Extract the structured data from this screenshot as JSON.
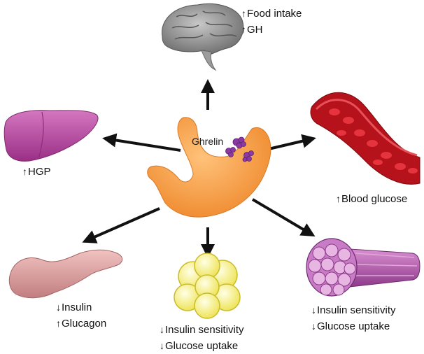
{
  "hormone": "Ghrelin",
  "brain": [
    {
      "arrow": "↑",
      "text": "Food intake"
    },
    {
      "arrow": "↑",
      "text": "GH"
    }
  ],
  "liver": [
    {
      "arrow": "↑",
      "text": "HGP"
    }
  ],
  "blood": [
    {
      "arrow": "↑",
      "text": "Blood glucose"
    }
  ],
  "pancreas": [
    {
      "arrow": "↓",
      "text": "Insulin"
    },
    {
      "arrow": "↑",
      "text": "Glucagon"
    }
  ],
  "adipose": [
    {
      "arrow": "↓",
      "text": "Insulin sensitivity"
    },
    {
      "arrow": "↓",
      "text": "Glucose uptake"
    }
  ],
  "muscle": [
    {
      "arrow": "↓",
      "text": "Insulin sensitivity"
    },
    {
      "arrow": "↓",
      "text": "Glucose uptake"
    }
  ],
  "colors": {
    "stomach": "#f5a04a",
    "ghrelin": "#8a3aa0",
    "liver": "#b5449a",
    "blood": "#c4121a",
    "pancreas": "#d99a9a",
    "fat": "#f6ee74",
    "muscle": "#b65ab0",
    "brain": "#8c8c8c",
    "arrow": "#111111"
  },
  "icons": [
    "brain-icon",
    "stomach-icon",
    "liver-icon",
    "blood-vessel-icon",
    "pancreas-icon",
    "adipocyte-icon",
    "muscle-icon"
  ]
}
